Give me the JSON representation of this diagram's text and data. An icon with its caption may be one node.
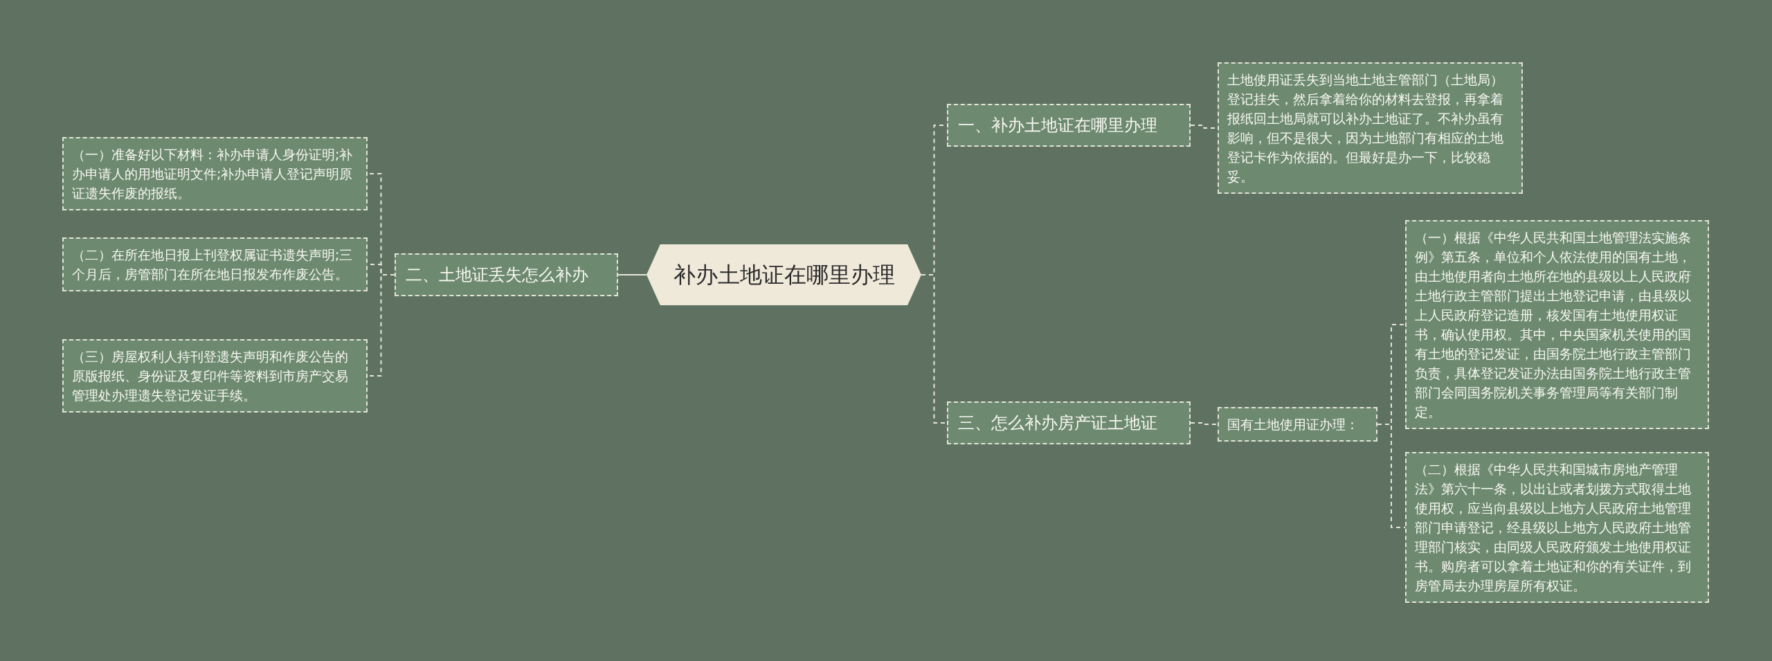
{
  "diagram": {
    "nodes": [
      {
        "text": [
          "补办土地证在哪里办理"
        ]
      },
      {
        "text": [
          "一、补办土地证在哪里办理"
        ]
      },
      {
        "text": [
          "土地使用证丢失到当地土地主管部门（土地局）登记挂失，然后拿着给你的材料去登报，再拿着报纸回土地局就可以补办土地证了。不补办虽有影响，但不是很大，因为土地部门有相应的土地登记卡作为依据的。但最好是办一下，比较稳妥。"
        ]
      },
      {
        "text": [
          "二、土地证丢失怎么补办"
        ]
      },
      {
        "text": [
          "（一）准备好以下材料：补办申请人身份证明;补办申请人的用地证明文件;补办申请人登记声明原证遗失作废的报纸。"
        ]
      },
      {
        "text": [
          "（二）在所在地日报上刊登权属证书遗失声明;三个月后，房管部门在所在地日报发布作废公告。"
        ]
      },
      {
        "text": [
          "（三）房屋权利人持刊登遗失声明和作废公告的原版报纸、身份证及复印件等资料到市房产交易管理处办理遗失登记发证手续。"
        ]
      },
      {
        "text": [
          "三、怎么补办房产证土地证"
        ]
      },
      {
        "text": [
          "国有土地使用证办理："
        ]
      },
      {
        "text": [
          "（一）根据《中华人民共和国土地管理法实施条例》第五条，单位和个人依法使用的国有土地，由土地使用者向土地所在地的县级以上人民政府土地行政主管部门提出土地登记申请，由县级以上人民政府登记造册，核发国有土地使用权证书，确认使用权。其中，中央国家机关使用的国有土地的登记发证，由国务院土地行政主管部门负责，具体登记发证办法由国务院土地行政主管部门会同国务院机关事务管理局等有关部门制定。"
        ]
      },
      {
        "text": [
          "（二）根据《中华人民共和国城市房地产管理法》第六十一条，以出让或者划拨方式取得土地使用权，应当向县级以上地方人民政府土地管理部门申请登记，经县级以上地方人民政府土地管理部门核实，由同级人民政府颁发土地使用权证书。购房者可以拿着土地证和你的有关证件，到房管局去办理房屋所有权证。"
        ]
      }
    ],
    "edges": [
      {
        "from": 0,
        "to": 1,
        "arrow": "none",
        "style": "dashed"
      },
      {
        "from": 1,
        "to": 2,
        "arrow": "none",
        "style": "dashed"
      },
      {
        "from": 0,
        "to": 3,
        "arrow": "none"
      },
      {
        "from": 3,
        "to": 4,
        "arrow": "none",
        "style": "dashed"
      },
      {
        "from": 3,
        "to": 5,
        "arrow": "none",
        "style": "dashed"
      },
      {
        "from": 3,
        "to": 6,
        "arrow": "none",
        "style": "dashed"
      },
      {
        "from": 0,
        "to": 7,
        "arrow": "none",
        "style": "dashed"
      },
      {
        "from": 7,
        "to": 8,
        "arrow": "none",
        "style": "dashed"
      },
      {
        "from": 8,
        "to": 9,
        "arrow": "none",
        "style": "dashed"
      },
      {
        "from": 8,
        "to": 10,
        "arrow": "none",
        "style": "dashed"
      }
    ]
  }
}
